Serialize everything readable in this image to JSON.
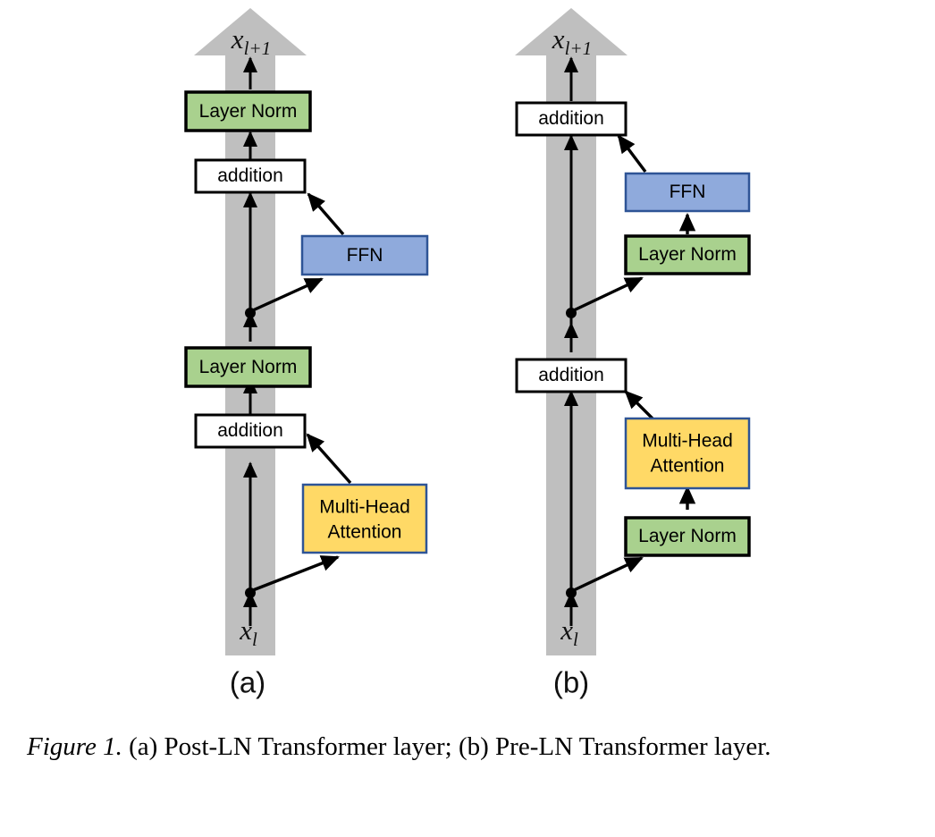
{
  "figure": {
    "caption_lead": "Figure 1.",
    "caption_body": " (a) Post-LN Transformer layer; (b) Pre-LN Transformer layer.",
    "colors": {
      "layer_norm_fill": "#a9d18e",
      "layer_norm_stroke": "#000000",
      "ffn_fill": "#8faadc",
      "ffn_stroke": "#2e5496",
      "attention_fill": "#ffd966",
      "attention_stroke": "#2e5496",
      "addition_fill": "#ffffff",
      "addition_stroke": "#000000",
      "backbone": "#bfbfbf",
      "arrow": "#000000",
      "background": "#ffffff"
    }
  },
  "panels": [
    {
      "id": "a",
      "label": "(a)",
      "name": "Post-LN Transformer layer",
      "input_label": "x",
      "input_sub": "l",
      "output_label": "x",
      "output_sub": "l+1",
      "blocks": [
        {
          "id": "a-layer-norm-top",
          "label": "Layer Norm",
          "type": "layer-norm"
        },
        {
          "id": "a-addition-top",
          "label": "addition",
          "type": "addition"
        },
        {
          "id": "a-ffn",
          "label": "FFN",
          "type": "ffn"
        },
        {
          "id": "a-layer-norm-bottom",
          "label": "Layer Norm",
          "type": "layer-norm"
        },
        {
          "id": "a-addition-bottom",
          "label": "addition",
          "type": "addition"
        },
        {
          "id": "a-attention",
          "label_line1": "Multi-Head",
          "label_line2": "Attention",
          "type": "attention"
        }
      ]
    },
    {
      "id": "b",
      "label": "(b)",
      "name": "Pre-LN Transformer layer",
      "input_label": "x",
      "input_sub": "l",
      "output_label": "x",
      "output_sub": "l+1",
      "blocks": [
        {
          "id": "b-addition-top",
          "label": "addition",
          "type": "addition"
        },
        {
          "id": "b-ffn",
          "label": "FFN",
          "type": "ffn"
        },
        {
          "id": "b-layer-norm-ffn",
          "label": "Layer Norm",
          "type": "layer-norm"
        },
        {
          "id": "b-addition-bottom",
          "label": "addition",
          "type": "addition"
        },
        {
          "id": "b-attention",
          "label_line1": "Multi-Head",
          "label_line2": "Attention",
          "type": "attention"
        },
        {
          "id": "b-layer-norm-attn",
          "label": "Layer Norm",
          "type": "layer-norm"
        }
      ]
    }
  ]
}
